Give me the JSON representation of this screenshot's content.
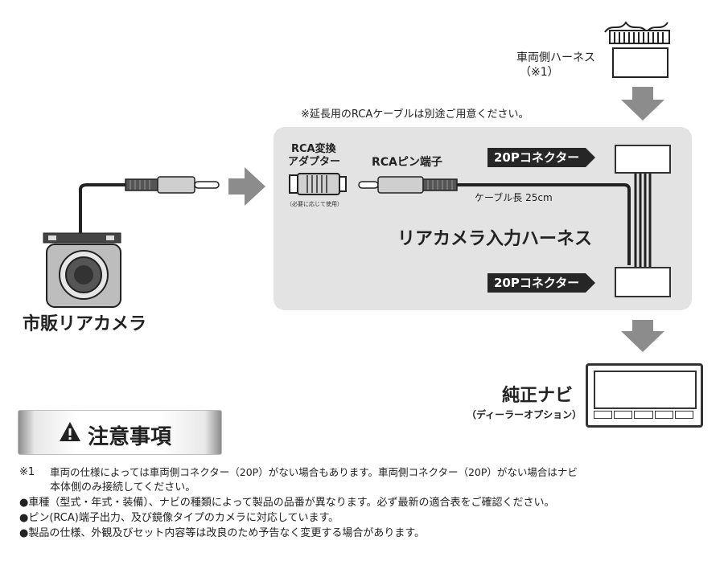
{
  "harness_vehicle": {
    "label": "車両側ハーネス",
    "note_ref": "（※1）"
  },
  "rca_note": "※延長用のRCAケーブルは別途ご用意ください。",
  "adapter": {
    "label_line1": "RCA変換",
    "label_line2": "アダプター",
    "sub": "（必要に応じて使用）"
  },
  "rca_pin": {
    "label": "RCAピン端子"
  },
  "cable_length": "ケーブル長 25cm",
  "connector_top": "20Pコネクター",
  "connector_bottom": "20Pコネクター",
  "harness_name": "リアカメラ入力ハーネス",
  "camera_label": "市販リアカメラ",
  "navi": {
    "label": "純正ナビ",
    "sub": "（ディーラーオプション）"
  },
  "caution": {
    "title": "注意事項",
    "icon": "warning-triangle-icon"
  },
  "notes": [
    {
      "marker": "※1",
      "line1": "車両の仕様によっては車両側コネクター（20P）がない場合もあります。車両側コネクター（20P）がない場合はナビ",
      "line2": "本体側のみ接続してください。"
    },
    {
      "marker": "●",
      "line1": "車種（型式・年式・装備）、ナビの種類によって製品の品番が異なります。必ず最新の適合表をご確認ください。"
    },
    {
      "marker": "●",
      "line1": "ピン(RCA)端子出力、及び鏡像タイプのカメラに対応しています。"
    },
    {
      "marker": "●",
      "line1": "製品の仕様、外観及びセット内容等は改良のため予告なく変更する場合があります。"
    }
  ],
  "colors": {
    "panel": "#e3e3e3",
    "arrow": "#8c8c8c",
    "tag": "#262626",
    "text": "#222222"
  }
}
